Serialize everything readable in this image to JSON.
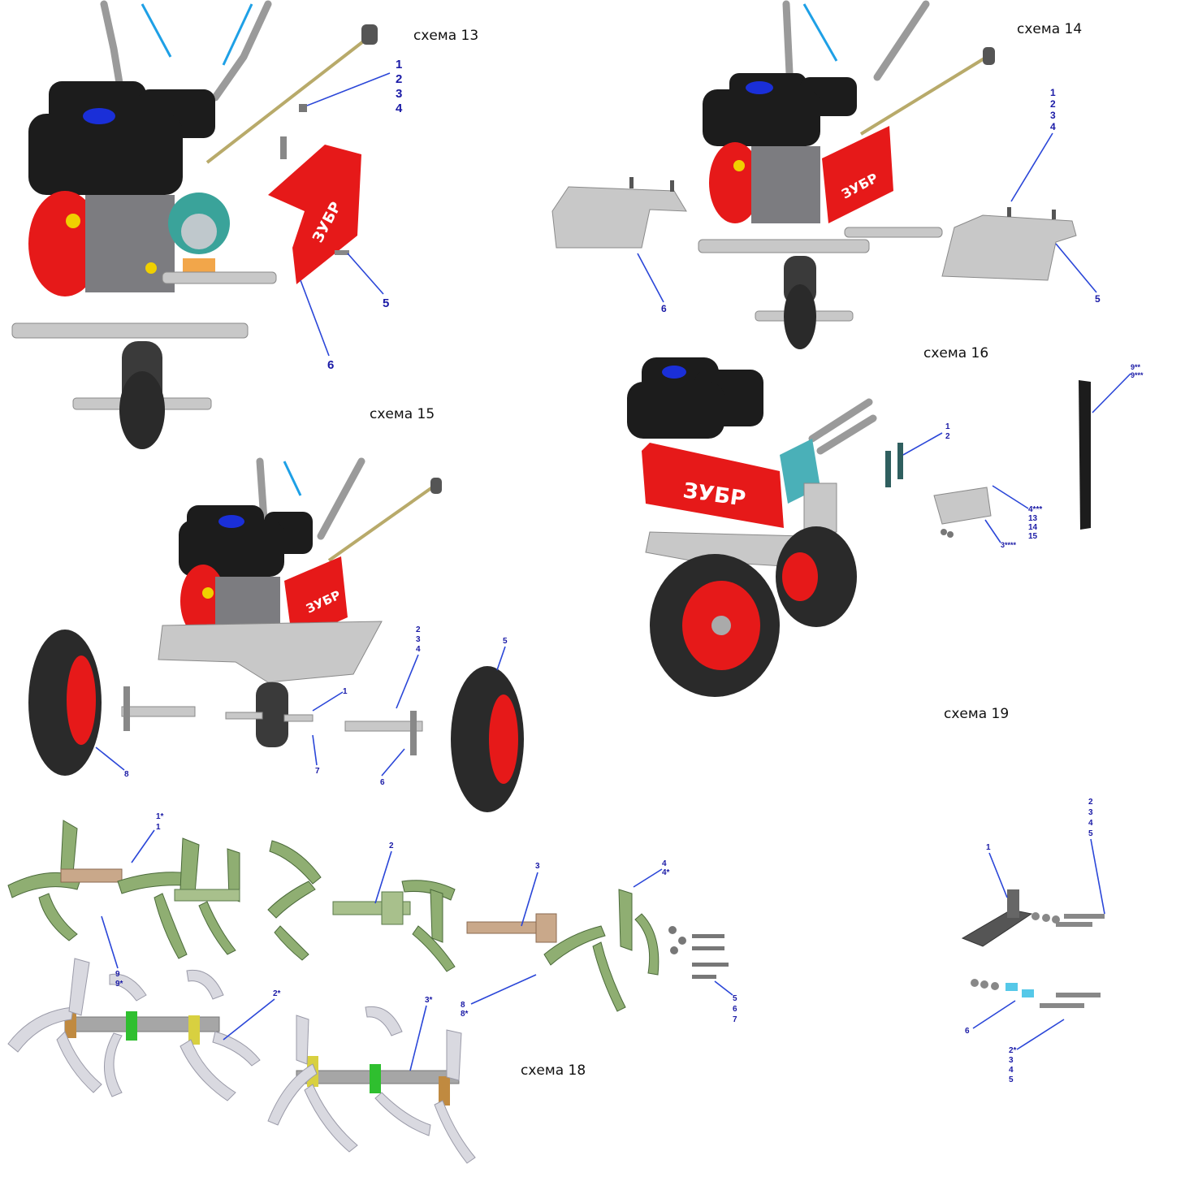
{
  "schemes": {
    "s13": "схема 13",
    "s14": "схема 14",
    "s15": "схема 15",
    "s16": "схема 16",
    "s18": "схема 18",
    "s19": "схема 19"
  },
  "brand": "ЗУБР",
  "labels": {
    "s13": [
      "1",
      "2",
      "3",
      "4",
      "5",
      "6"
    ],
    "s14": [
      "1",
      "2",
      "3",
      "4",
      "5",
      "6"
    ],
    "s15": [
      "1",
      "2",
      "3",
      "4",
      "5",
      "6",
      "7",
      "8"
    ],
    "s16": [
      "1",
      "2",
      "9**",
      "9***",
      "4***",
      "13",
      "14",
      "15",
      "3****"
    ],
    "s18": [
      "1*",
      "1",
      "2",
      "3",
      "4",
      "4*",
      "9",
      "9*",
      "8",
      "8*",
      "5",
      "6",
      "7",
      "2*",
      "3*"
    ],
    "s19": [
      "1",
      "2",
      "3",
      "4",
      "5",
      "6",
      "2*",
      "3",
      "4",
      "5"
    ]
  },
  "colors": {
    "brand_red": "#e61919",
    "tank_black": "#1c1c1c",
    "label_blue": "#1a1aa6",
    "leader_blue": "#2a46d8",
    "tine_green": "#8fae72"
  }
}
